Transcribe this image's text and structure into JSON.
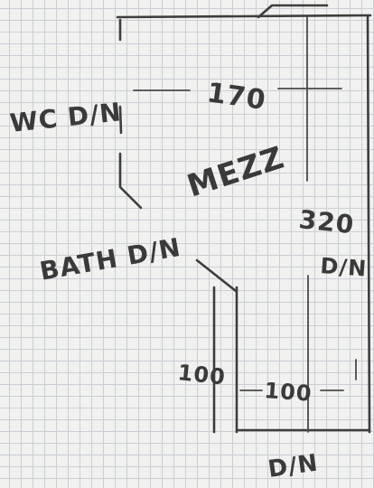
{
  "labels": {
    "wc": "WC D/N",
    "top_dim": "170",
    "mezz": "MEZZ",
    "right_dim": "320",
    "right_note": "D/N",
    "bath": "BATH D/N",
    "left_dim": "100",
    "bottom_dim": "100",
    "bottom_note": "D/N"
  }
}
